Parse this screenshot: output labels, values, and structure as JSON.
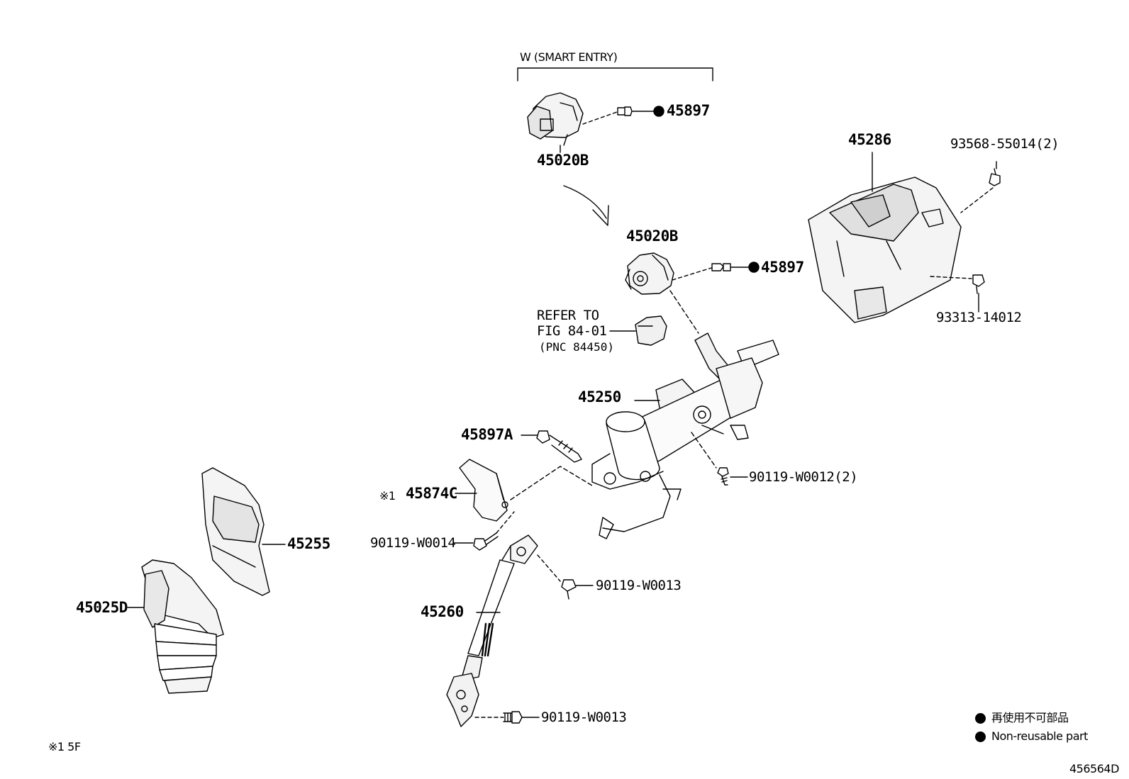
{
  "smart_entry_group": "W (SMART ENTRY)",
  "refer_note": {
    "line1": "REFER TO",
    "line2": "FIG 84-01",
    "line3": "(PNC 84450)"
  },
  "parts": {
    "p_45897_top": "45897",
    "p_45020b_top": "45020B",
    "p_45020b_mid": "45020B",
    "p_45897_mid": "45897",
    "p_45286": "45286",
    "p_93568": "93568-55014(2)",
    "p_93313": "93313-14012",
    "p_45250": "45250",
    "p_45897a": "45897A",
    "p_45874c": "45874C",
    "p_45874c_mark": "※1",
    "p_90119_w0012": "90119-W0012(2)",
    "p_90119_w0014": "90119-W0014",
    "p_90119_w0013_a": "90119-W0013",
    "p_45260": "45260",
    "p_90119_w0013_b": "90119-W0013",
    "p_45255": "45255",
    "p_45025d": "45025D"
  },
  "footnote": "※1 5F",
  "legend": {
    "jp": "再使用不可部品",
    "en": "Non-reusable part"
  },
  "figure_id": "456564D",
  "colors": {
    "ink": "#000000",
    "shade": "#dddddd"
  }
}
